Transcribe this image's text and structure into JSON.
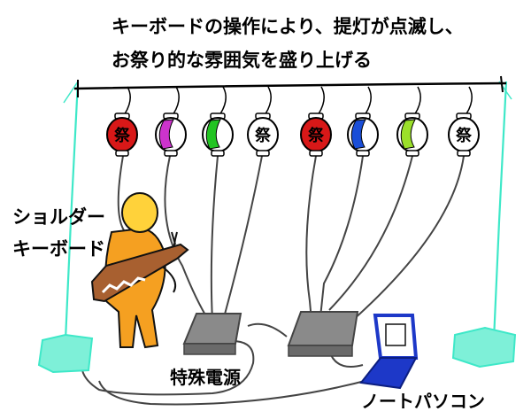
{
  "title_lines": [
    "キーボードの操作により、提灯が点滅し、",
    "お祭り的な雰囲気を盛り上げる"
  ],
  "labels": {
    "shoulder_keyboard_line1": "ショルダー",
    "shoulder_keyboard_line2": "キーボード",
    "power_supply": "特殊電源",
    "laptop": "ノートパソコン"
  },
  "lantern_char": "祭",
  "lanterns": [
    {
      "color": "#d81818",
      "pattern": "solid",
      "char_shown": true
    },
    {
      "color": "#cc33cc",
      "pattern": "stripe",
      "char_shown": false
    },
    {
      "color": "#22c422",
      "pattern": "stripe",
      "char_shown": false
    },
    {
      "color": "#ffffff",
      "pattern": "solid",
      "char_shown": true
    },
    {
      "color": "#d81818",
      "pattern": "solid",
      "char_shown": true
    },
    {
      "color": "#1a4ed8",
      "pattern": "stripe",
      "char_shown": false
    },
    {
      "color": "#9be02a",
      "pattern": "stripe",
      "char_shown": false
    },
    {
      "color": "#ffffff",
      "pattern": "solid",
      "char_shown": true
    }
  ],
  "colors": {
    "pole": "#3ee8c8",
    "base": "#7ef0d8",
    "person": "#f5a021",
    "head": "#ffd23a",
    "keyboard": "#a86030",
    "power_box": "#8a8a8a",
    "laptop": "#1d38c8"
  }
}
